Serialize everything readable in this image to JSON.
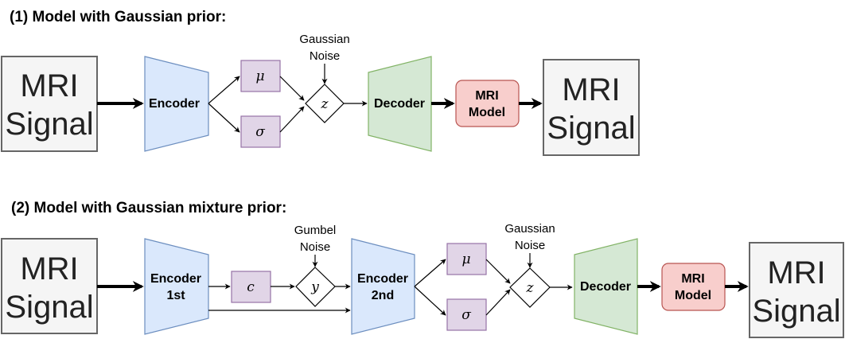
{
  "section1": {
    "title": "(1) Model with Gaussian prior:",
    "input_line1": "MRI",
    "input_line2": "Signal",
    "encoder": "Encoder",
    "mu": "μ",
    "sigma": "σ",
    "noise_line1": "Gaussian",
    "noise_line2": "Noise",
    "z": "z",
    "decoder": "Decoder",
    "mri_model_line1": "MRI",
    "mri_model_line2": "Model",
    "output_line1": "MRI",
    "output_line2": "Signal"
  },
  "section2": {
    "title": "(2) Model with Gaussian mixture prior:",
    "input_line1": "MRI",
    "input_line2": "Signal",
    "encoder1_line1": "Encoder",
    "encoder1_line2": "1st",
    "c": "c",
    "gumbel_line1": "Gumbel",
    "gumbel_line2": "Noise",
    "y": "y",
    "encoder2_line1": "Encoder",
    "encoder2_line2": "2nd",
    "mu": "μ",
    "sigma": "σ",
    "noise_line1": "Gaussian",
    "noise_line2": "Noise",
    "z": "z",
    "decoder": "Decoder",
    "mri_model_line1": "MRI",
    "mri_model_line2": "Model",
    "output_line1": "MRI",
    "output_line2": "Signal"
  },
  "colors": {
    "signal_fill": "#f5f5f5",
    "signal_stroke": "#666666",
    "encoder_fill": "#dae8fc",
    "encoder_stroke": "#6c8ebf",
    "latent_fill": "#e1d5e7",
    "latent_stroke": "#9673a6",
    "decoder_fill": "#d5e8d4",
    "decoder_stroke": "#82b366",
    "model_fill": "#f8cecc",
    "model_stroke": "#b85450"
  }
}
